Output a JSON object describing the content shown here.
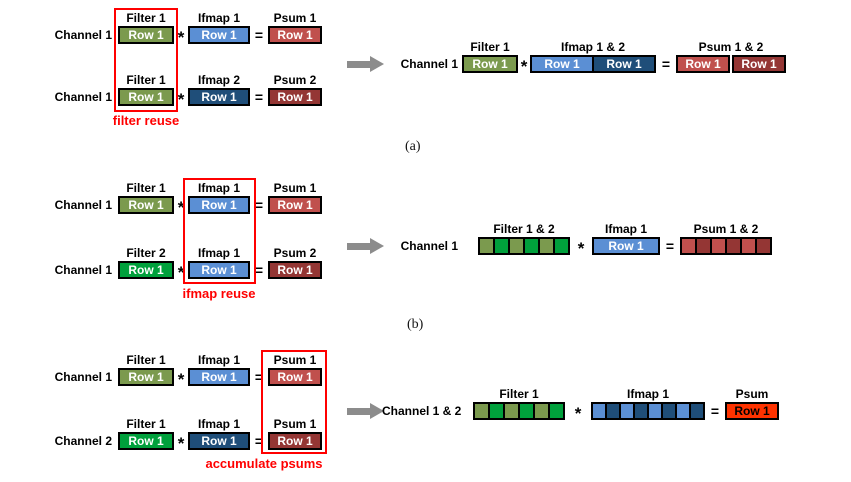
{
  "colors": {
    "olive": "#7B9A4E",
    "green": "#00A03C",
    "lblue": "#5B8FD4",
    "dblue": "#1F4E79",
    "lred": "#C0504D",
    "dred": "#943634",
    "bred": "#FF3300",
    "arrow": "#8C8C8C",
    "accent": "#FF0000"
  },
  "ops": {
    "mul": "*",
    "eq": "="
  },
  "sections": {
    "a": {
      "caption": "(a)",
      "reuse_label": "filter reuse",
      "left": {
        "row1": {
          "channel": "Channel 1",
          "filter_h": "Filter 1",
          "filter": "Row 1",
          "ifmap_h": "Ifmap 1",
          "ifmap": "Row 1",
          "psum_h": "Psum 1",
          "psum": "Row 1"
        },
        "row2": {
          "channel": "Channel 1",
          "filter_h": "Filter 1",
          "filter": "Row 1",
          "ifmap_h": "Ifmap 2",
          "ifmap": "Row 1",
          "psum_h": "Psum 2",
          "psum": "Row 1"
        }
      },
      "right": {
        "channel": "Channel 1",
        "filter_h": "Filter 1",
        "filter": "Row 1",
        "ifmap_h": "Ifmap 1 & 2",
        "ifmap1": "Row 1",
        "ifmap2": "Row 1",
        "psum_h": "Psum 1 & 2",
        "psum1": "Row 1",
        "psum2": "Row 1"
      }
    },
    "b": {
      "caption": "(b)",
      "reuse_label": "ifmap reuse",
      "left": {
        "row1": {
          "channel": "Channel 1",
          "filter_h": "Filter 1",
          "filter": "Row 1",
          "ifmap_h": "Ifmap 1",
          "ifmap": "Row 1",
          "psum_h": "Psum 1",
          "psum": "Row 1"
        },
        "row2": {
          "channel": "Channel 1",
          "filter_h": "Filter 2",
          "filter": "Row 1",
          "ifmap_h": "Ifmap 1",
          "ifmap": "Row 1",
          "psum_h": "Psum 2",
          "psum": "Row 1"
        }
      },
      "right": {
        "channel": "Channel 1",
        "filter_h": "Filter 1 & 2",
        "ifmap_h": "Ifmap 1",
        "ifmap": "Row 1",
        "psum_h": "Psum 1 & 2"
      }
    },
    "c": {
      "reuse_label": "accumulate psums",
      "left": {
        "row1": {
          "channel": "Channel 1",
          "filter_h": "Filter 1",
          "filter": "Row 1",
          "ifmap_h": "Ifmap 1",
          "ifmap": "Row 1",
          "psum_h": "Psum 1",
          "psum": "Row 1"
        },
        "row2": {
          "channel": "Channel 2",
          "filter_h": "Filter 1",
          "filter": "Row 1",
          "ifmap_h": "Ifmap 1",
          "ifmap": "Row 1",
          "psum_h": "Psum 1",
          "psum": "Row 1"
        }
      },
      "right": {
        "channel": "Channel 1 & 2",
        "filter_h": "Filter 1",
        "ifmap_h": "Ifmap 1",
        "psum_h": "Psum",
        "psum": "Row 1"
      }
    }
  }
}
